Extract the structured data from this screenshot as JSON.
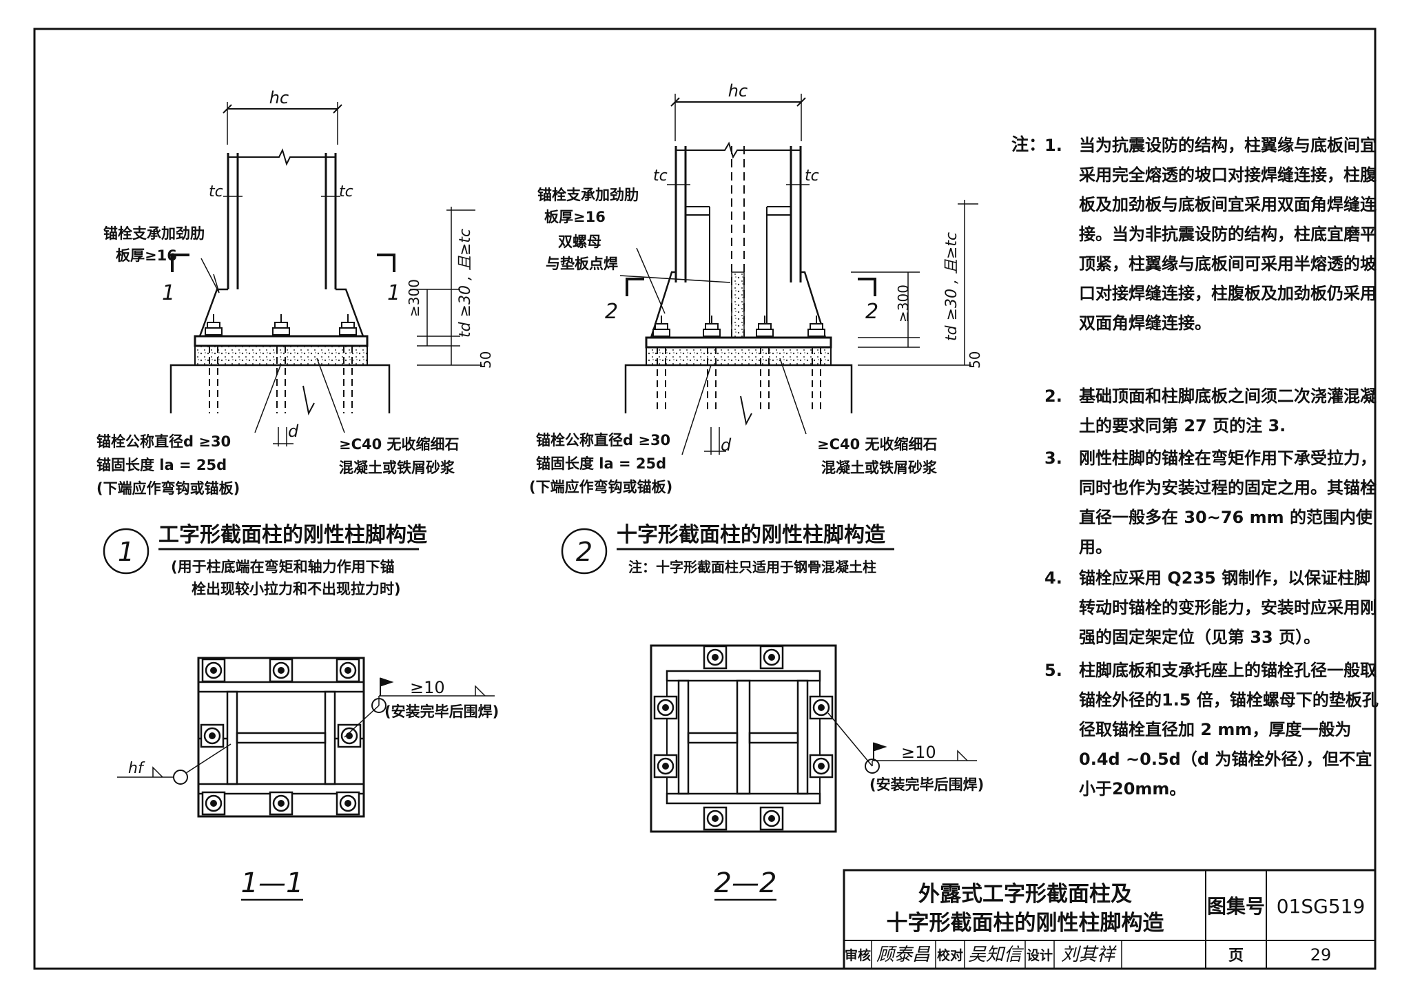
{
  "figure1": {
    "dims": {
      "hc": "hc",
      "tc_left": "tc",
      "tc_right": "tc",
      "min300": "≥300",
      "td": "td ≥30 , 且≥tc",
      "fifty": "50",
      "d": "d",
      "section": "1"
    },
    "callouts": {
      "stiffener_1": "锚栓支承加劲肋",
      "stiffener_2": "板厚≥16",
      "bolt_1": "锚栓公称直径d ≥30",
      "bolt_2": "锚固长度 la = 25d",
      "bolt_3": "(下端应作弯钩或锚板)",
      "grout_1": "≥C40 无收缩细石",
      "grout_2": "混凝土或铁屑砂浆"
    },
    "number": "1",
    "title": "工字形截面柱的刚性柱脚构造",
    "subtitle_1": "(用于柱底端在弯矩和轴力作用下锚",
    "subtitle_2": "栓出现较小拉力和不出现拉力时)"
  },
  "figure2": {
    "dims": {
      "hc": "hc",
      "tc_left": "tc",
      "tc_right": "tc",
      "min300": "≥300",
      "td": "td ≥30 , 且≥tc",
      "fifty": "50",
      "d": "d",
      "section": "2"
    },
    "callouts": {
      "stiffener_1": "锚栓支承加劲肋",
      "stiffener_2": "板厚≥16",
      "nut_1": "双螺母",
      "nut_2": "与垫板点焊",
      "bolt_1": "锚栓公称直径d ≥30",
      "bolt_2": "锚固长度 la = 25d",
      "bolt_3": "(下端应作弯钩或锚板)",
      "grout_1": "≥C40 无收缩细石",
      "grout_2": "混凝土或铁屑砂浆"
    },
    "number": "2",
    "title": "十字形截面柱的刚性柱脚构造",
    "subtitle": "注：十字形截面柱只适用于钢骨混凝土柱"
  },
  "section11": {
    "weld": "≥10",
    "weld_note": "(安装完毕后围焊)",
    "hf": "hf",
    "label": "1—1"
  },
  "section22": {
    "weld": "≥10",
    "weld_note": "(安装完毕后围焊)",
    "label": "2—2"
  },
  "notes": {
    "prefix": "注：",
    "items": [
      {
        "num": "1.",
        "text": "当为抗震设防的结构，柱翼缘与底板间宜采用完全熔透的坡口对接焊缝连接，柱腹板及加劲板与底板间宜采用双面角焊缝连接。当为非抗震设防的结构，柱底宜磨平顶紧，柱翼缘与底板间可采用半熔透的坡口对接焊缝连接，柱腹板及加劲板仍采用双面角焊缝连接。"
      },
      {
        "num": "2.",
        "text": "基础顶面和柱脚底板之间须二次浇灌混凝土的要求同第 27 页的注 3."
      },
      {
        "num": "3.",
        "text": "刚性柱脚的锚栓在弯矩作用下承受拉力，同时也作为安装过程的固定之用。其锚栓直径一般多在 30~76 mm 的范围内使用。"
      },
      {
        "num": "4.",
        "text": "锚栓应采用 Q235 钢制作，以保证柱脚转动时锚栓的变形能力，安装时应采用刚强的固定架定位（见第 33 页）。"
      },
      {
        "num": "5.",
        "text": "柱脚底板和支承托座上的锚栓孔径一般取锚栓外径的1.5 倍，锚栓螺母下的垫板孔径取锚栓直径加 2 mm，厚度一般为 0.4d ~0.5d（d 为锚栓外径），但不宜小于20mm。"
      }
    ]
  },
  "title_block": {
    "title_line1": "外露式工字形截面柱及",
    "title_line2": "十字形截面柱的刚性柱脚构造",
    "atlas_label": "图集号",
    "atlas_no": "01SG519",
    "review_label": "审核",
    "reviewer": "顾泰昌",
    "check_label": "校对",
    "checker": "吴知信",
    "design_label": "设计",
    "designer": "刘其祥",
    "page_label": "页",
    "page_no": "29"
  }
}
